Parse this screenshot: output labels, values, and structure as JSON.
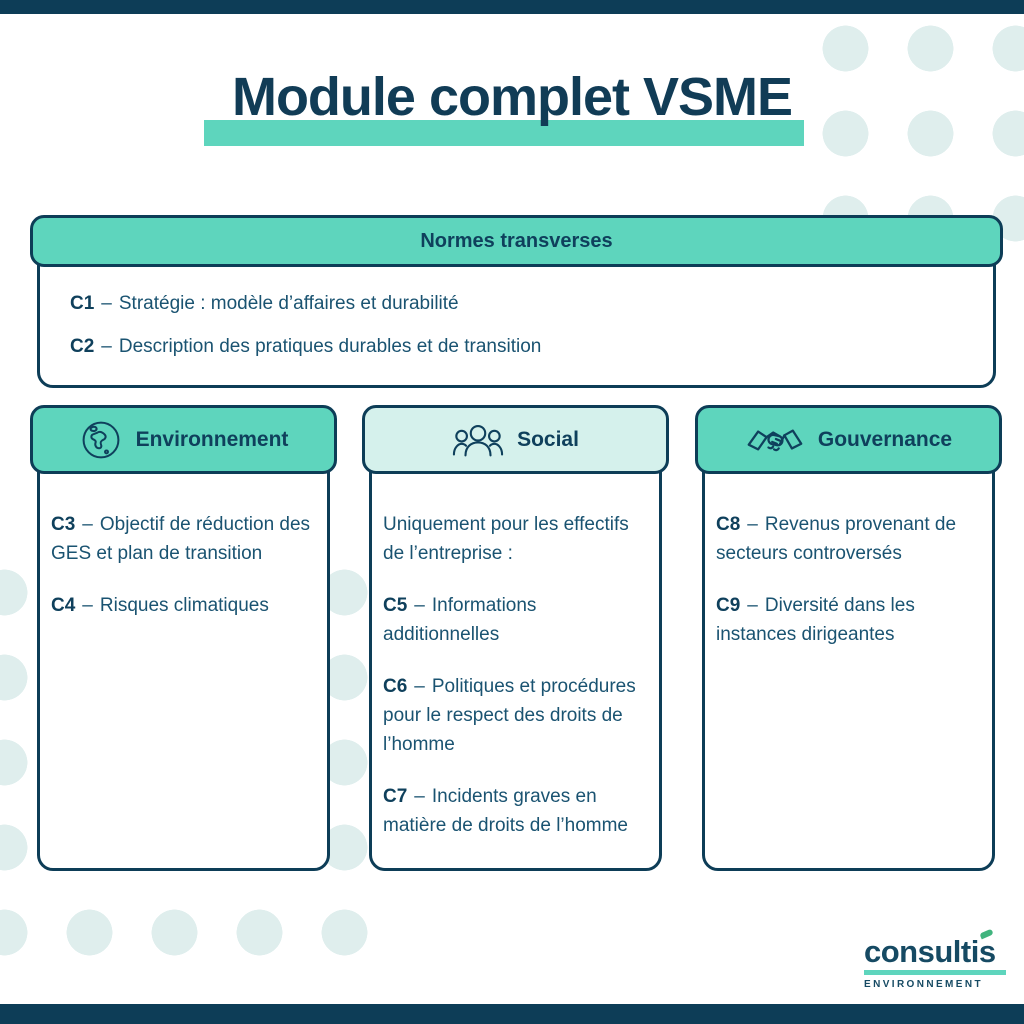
{
  "page": {
    "title": "Module complet VSME"
  },
  "separator": "–",
  "colors": {
    "navy": "#0d3d57",
    "teal": "#5ed5bd",
    "mint": "#d5f1ec",
    "dots": "#dfeeed",
    "leaf_green": "#41b47e",
    "background": "#ffffff"
  },
  "transverse": {
    "header": "Normes transverses",
    "items": [
      {
        "code": "C1",
        "text": "Stratégie : modèle d’affaires et durabilité"
      },
      {
        "code": "C2",
        "text": "Description des pratiques durables et de transition"
      }
    ]
  },
  "columns": [
    {
      "header": "Environnement",
      "icon": "globe-icon",
      "intro": "",
      "items": [
        {
          "code": "C3",
          "text": "Objectif de réduction des GES et plan de transition"
        },
        {
          "code": "C4",
          "text": "Risques climatiques"
        }
      ]
    },
    {
      "header": "Social",
      "icon": "people-icon",
      "intro": "Uniquement pour les effectifs de l’entreprise :",
      "items": [
        {
          "code": "C5",
          "text": "Informations additionnelles"
        },
        {
          "code": "C6",
          "text": "Politiques et procédures pour le respect des droits de l’homme"
        },
        {
          "code": "C7",
          "text": "Incidents graves en matière de droits de l’homme"
        }
      ]
    },
    {
      "header": "Gouvernance",
      "icon": "handshake-icon",
      "intro": "",
      "items": [
        {
          "code": "C8",
          "text": "Revenus provenant de secteurs controversés"
        },
        {
          "code": "C9",
          "text": "Diversité dans les instances dirigeantes"
        }
      ]
    }
  ],
  "logo": {
    "name": "consultis",
    "tagline": "ENVIRONNEMENT"
  }
}
